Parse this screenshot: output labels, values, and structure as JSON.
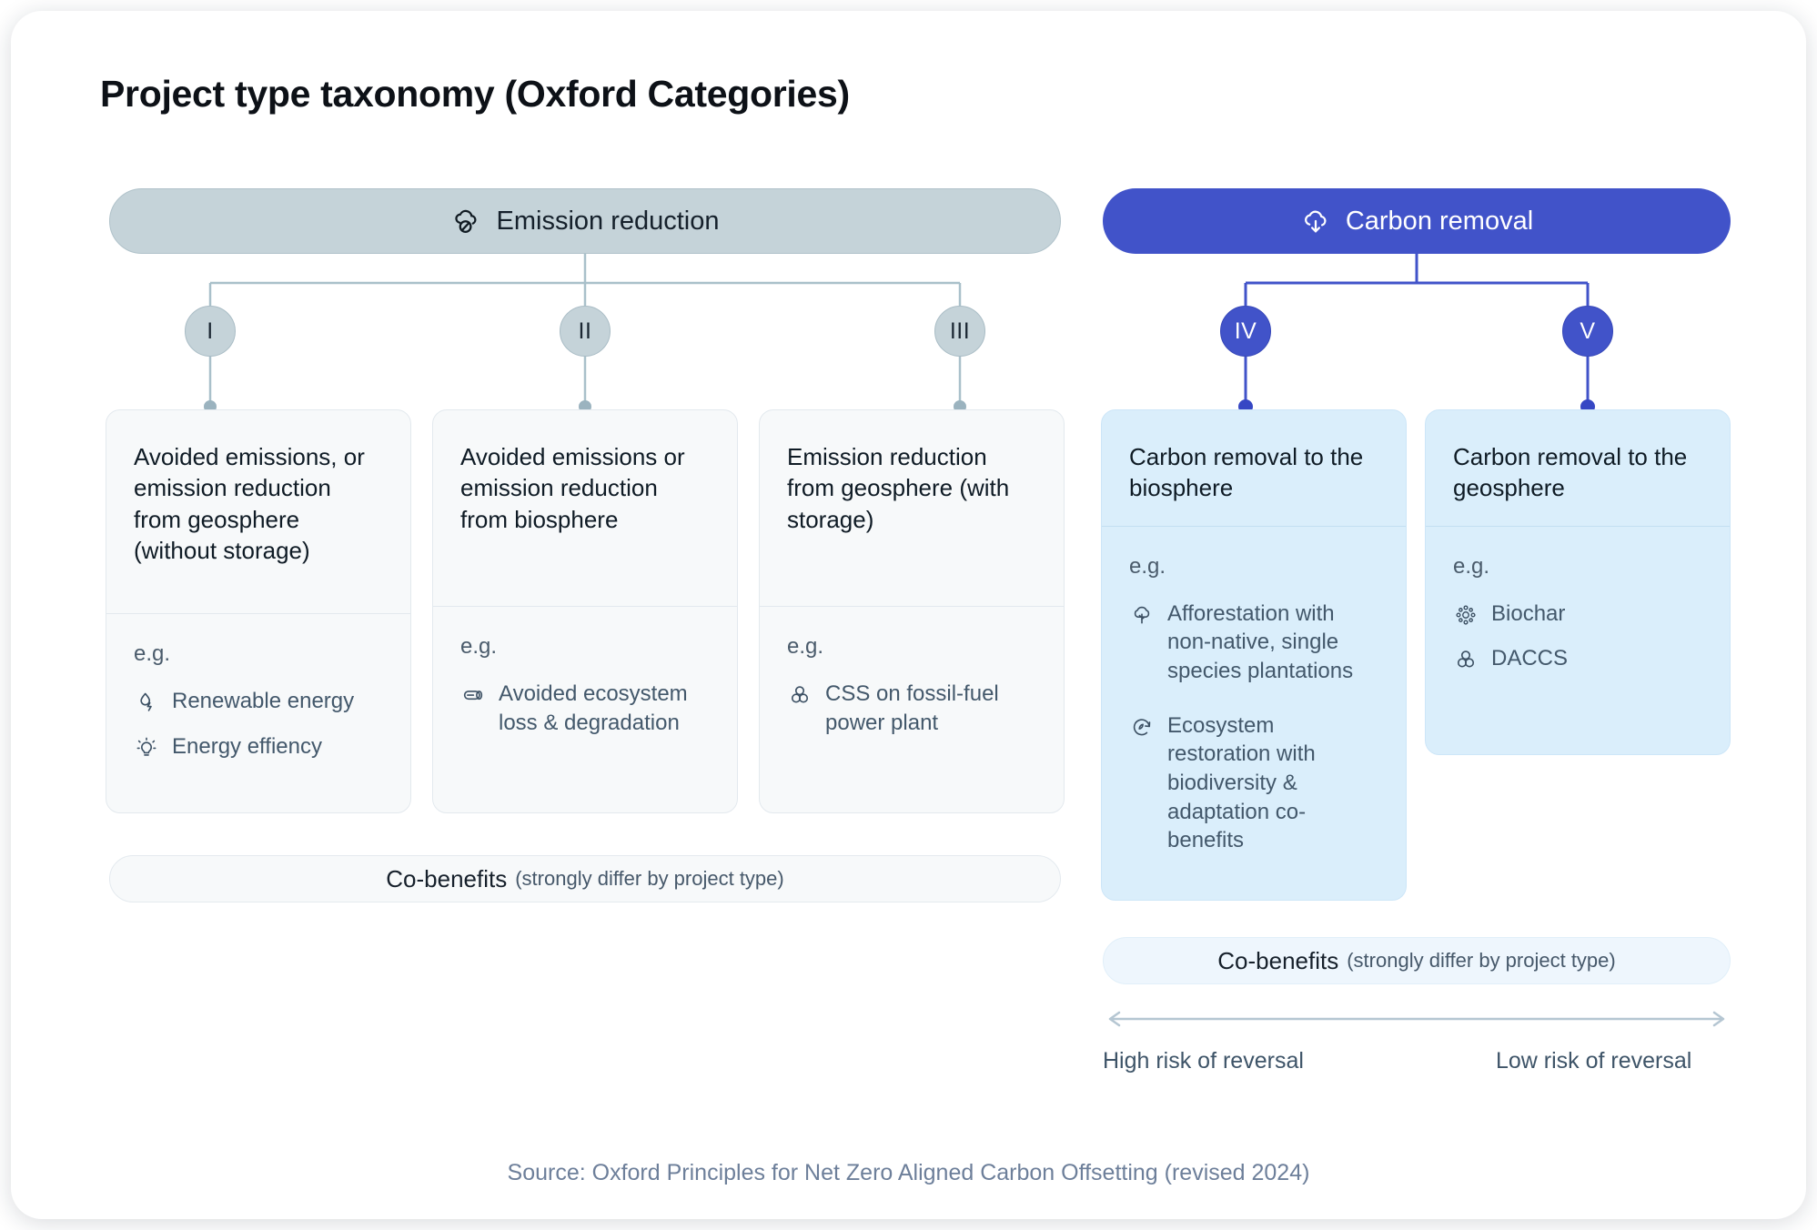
{
  "page": {
    "title": "Project type taxonomy (Oxford Categories)",
    "source": "Source: Oxford Principles for Net Zero Aligned Carbon Offsetting (revised 2024)"
  },
  "colors": {
    "emission_header_bg": "#c5d3d9",
    "removal_header_bg": "#4153c9",
    "emission_card_bg": "#f7f9fa",
    "removal_card_bg": "#daeefb",
    "node_grey": "#c5d3d9",
    "node_blue": "#4153c9",
    "source_text": "#6d7f9a"
  },
  "branches": [
    {
      "id": "emission-reduction",
      "header_label": "Emission reduction",
      "header_icon": "cloud-slash-icon",
      "cobenefits": {
        "strong": "Co-benefits",
        "weak": "(strongly differ by project type)"
      },
      "categories": [
        {
          "numeral": "I",
          "title": "Avoided emissions, or emission reduction from geosphere (without storage)",
          "eg_label": "e.g.",
          "examples": [
            {
              "icon": "droplet-bolt-icon",
              "text": "Renewable energy"
            },
            {
              "icon": "lightbulb-icon",
              "text": "Energy effiency"
            }
          ]
        },
        {
          "numeral": "II",
          "title": "Avoided emissions or emission reduction from biosphere",
          "eg_label": "e.g.",
          "examples": [
            {
              "icon": "log-icon",
              "text": "Avoided ecosystem loss & degradation"
            }
          ]
        },
        {
          "numeral": "III",
          "title": "Emission reduction from geosphere (with storage)",
          "eg_label": "e.g.",
          "examples": [
            {
              "icon": "propeller-icon",
              "text": "CSS on fossil-fuel power plant"
            }
          ]
        }
      ]
    },
    {
      "id": "carbon-removal",
      "header_label": "Carbon removal",
      "header_icon": "cloud-download-icon",
      "cobenefits": {
        "strong": "Co-benefits",
        "weak": "(strongly differ by project type)"
      },
      "risk_axis": {
        "left_label": "High risk of reversal",
        "right_label": "Low risk of reversal"
      },
      "categories": [
        {
          "numeral": "IV",
          "title": "Carbon removal to the biosphere",
          "eg_label": "e.g.",
          "examples": [
            {
              "icon": "tree-icon",
              "text": "Afforestation with non-native, single species plantations"
            },
            {
              "icon": "restore-cycle-icon",
              "text": "Ecosystem restoration with biodiversity & adaptation co-benefits"
            }
          ]
        },
        {
          "numeral": "V",
          "title": "Carbon removal to the geosphere",
          "eg_label": "e.g.",
          "examples": [
            {
              "icon": "molecule-icon",
              "text": "Biochar"
            },
            {
              "icon": "propeller-icon",
              "text": "DACCS"
            }
          ]
        }
      ]
    }
  ]
}
